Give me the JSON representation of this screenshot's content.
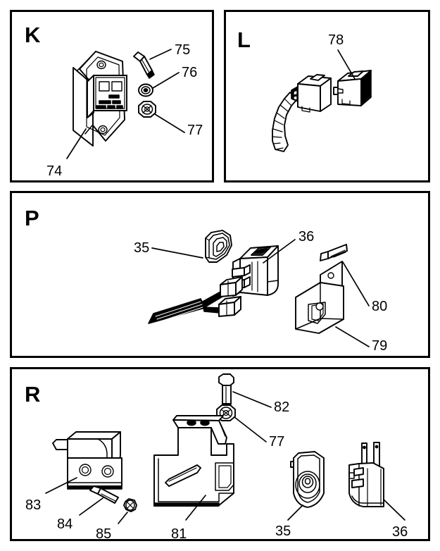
{
  "document": {
    "type": "exploded-parts-diagram",
    "background_color": "#ffffff",
    "line_color": "#000000",
    "panel_count": 4
  },
  "panels": [
    {
      "id": "K",
      "letter": "K",
      "description": "Socket outlet plate with mounting hardware",
      "callouts": [
        {
          "number": "74",
          "part": "outlet-plate"
        },
        {
          "number": "75",
          "part": "bolt"
        },
        {
          "number": "76",
          "part": "washer"
        },
        {
          "number": "77",
          "part": "hex-nut"
        }
      ]
    },
    {
      "id": "L",
      "letter": "L",
      "description": "Two-part electrical connector with ribbed cable",
      "callouts": [
        {
          "number": "78",
          "part": "connector-pair"
        }
      ]
    },
    {
      "id": "P",
      "letter": "P",
      "description": "Switch assembly with bezel, wiring harness and mounting plate",
      "callouts": [
        {
          "number": "35",
          "part": "switch-bezel"
        },
        {
          "number": "36",
          "part": "switch-body"
        },
        {
          "number": "80",
          "part": "screw"
        },
        {
          "number": "79",
          "part": "mounting-plate"
        }
      ]
    },
    {
      "id": "R",
      "letter": "R",
      "description": "Bracket assembly with latch, switch and fasteners",
      "callouts": [
        {
          "number": "82",
          "part": "bolt"
        },
        {
          "number": "77",
          "part": "hex-nut"
        },
        {
          "number": "83",
          "part": "latch-striker"
        },
        {
          "number": "84",
          "part": "bolt"
        },
        {
          "number": "85",
          "part": "hex-nut"
        },
        {
          "number": "81",
          "part": "main-bracket"
        },
        {
          "number": "35",
          "part": "switch-bezel"
        },
        {
          "number": "36",
          "part": "switch-body"
        }
      ]
    }
  ]
}
